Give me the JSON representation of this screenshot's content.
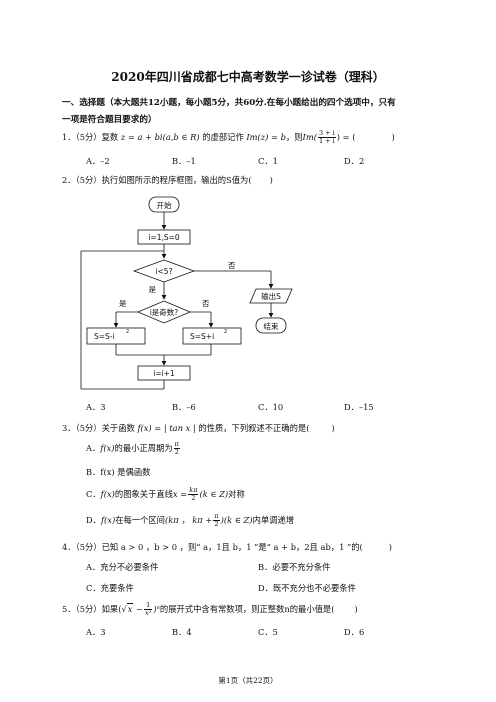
{
  "title": "2020年四川省成都七中高考数学一诊试卷（理科）",
  "section": {
    "heading_line1": "一、选择题（本大题共12小题，每小题5分，共60分.在每小题给出的四个选项中，只有",
    "heading_line2": "一项是符合题目要求的）"
  },
  "q1": {
    "prefix": "1．（5分）复数",
    "expr": "z = a + bi(a,b ∈ R)",
    "mid": "的虚部记作",
    "im": "Im(z) = b",
    "then": "，则",
    "im2": "Im(",
    "num": "3 + i",
    "den": "1 + i",
    "close": ") = (",
    "end": ")",
    "options": [
      "A．–2",
      "B．–1",
      "C．1",
      "D．2"
    ]
  },
  "q2": {
    "stem": "2．（5分）执行如图所示的程序框图，输出的S值为(",
    "end": ")",
    "options": [
      "A．3",
      "B．–6",
      "C．10",
      "D．–15"
    ],
    "flow": {
      "start": "开始",
      "init": "i=1,S=0",
      "cond": "i<5?",
      "no": "否",
      "yes": "是",
      "parity": "i是奇数?",
      "yes2": "是",
      "no2": "否",
      "left_box": "S=S-i",
      "right_box": "S=S+i",
      "sup": "2",
      "output": "输出S",
      "end": "结束",
      "incr": "i=i+1"
    }
  },
  "q3": {
    "stem_pre": "3．（5分）关于函数",
    "fx": "f(x) = | tan x |",
    "stem_post": "的性质，下列叙述不正确的是(",
    "end": ")",
    "optA_pre": "A．",
    "optA_fx": "f(x)",
    "optA_text": "的最小正周期为",
    "optA_num": "π",
    "optA_den": "2",
    "optB": "B．f(x) 是偶函数",
    "optC_pre": "C．",
    "optC_fx": "f(x)",
    "optC_text": "的图象关于直线",
    "optC_x": "x =",
    "optC_num": "kπ",
    "optC_den": "2",
    "optC_k": "(k ∈ Z)",
    "optC_end": "对称",
    "optD_pre": "D．",
    "optD_fx": "f(x)",
    "optD_text": "在每一个区间",
    "optD_int1": "(kπ ，",
    "optD_int2": "kπ +",
    "optD_num": "π",
    "optD_den": "2",
    "optD_k": ")(k ∈ Z)",
    "optD_end": "内单调递增"
  },
  "q4": {
    "stem": "4．（5分）已知 a > 0 ，b > 0 ，则“ a，1且 b，1 ”是“ a + b，2且 ab，1 ”的(",
    "end": ")",
    "options": [
      "A．充分不必要条件",
      "B．必要不充分条件",
      "C．充要条件",
      "D．既不充分也不必要条件"
    ]
  },
  "q5": {
    "stem_pre": "5．（5分）如果",
    "paren_open": "(",
    "sqrt": "x",
    "minus": " −",
    "num": "1",
    "den": "x²",
    "paren_close": ")ⁿ",
    "stem_post": "的展开式中含有常数项，则正整数n的最小值是(",
    "end": ")",
    "options": [
      "A．3",
      "B．4",
      "C．5",
      "D．6"
    ]
  },
  "footer": "第1页（共22页）"
}
